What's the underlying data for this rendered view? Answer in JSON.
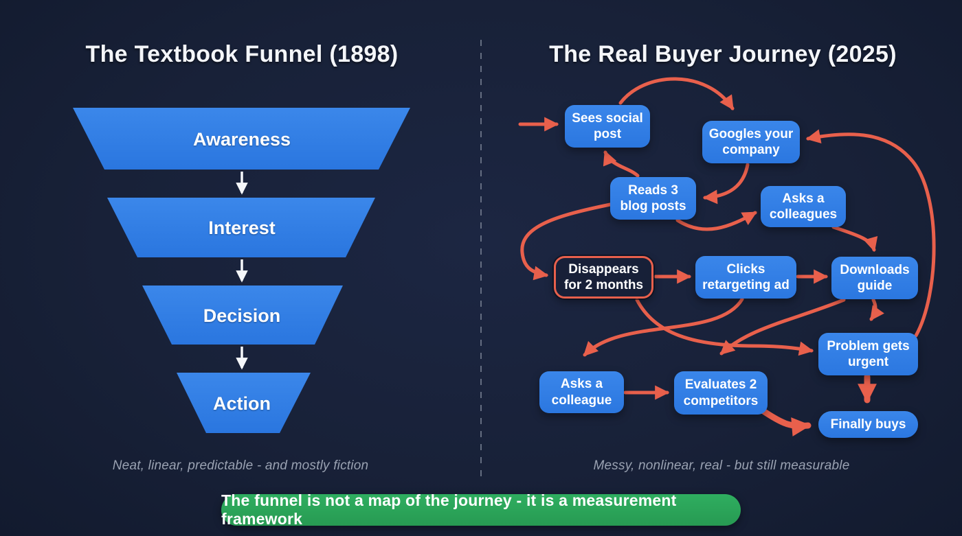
{
  "left_panel": {
    "title": "The Textbook Funnel (1898)",
    "stages": [
      "Awareness",
      "Interest",
      "Decision",
      "Action"
    ],
    "caption": "Neat, linear, predictable - and mostly fiction"
  },
  "right_panel": {
    "title": "The Real Buyer Journey (2025)",
    "caption": "Messy, nonlinear, real - but still measurable",
    "nodes": [
      {
        "id": "sees-social-post",
        "label": "Sees social post",
        "style": "solid"
      },
      {
        "id": "googles-your-company",
        "label": "Googles your company",
        "style": "solid"
      },
      {
        "id": "reads-3-blog-posts",
        "label": "Reads 3 blog posts",
        "style": "solid"
      },
      {
        "id": "asks-a-colleagues",
        "label": "Asks a colleagues",
        "style": "solid"
      },
      {
        "id": "disappears-for-2-months",
        "label": "Disappears for 2 months",
        "style": "outlined"
      },
      {
        "id": "clicks-retargeting-ad",
        "label": "Clicks retargeting ad",
        "style": "solid"
      },
      {
        "id": "downloads-guide",
        "label": "Downloads guide",
        "style": "solid"
      },
      {
        "id": "problem-gets-urgent",
        "label": "Problem gets urgent",
        "style": "solid"
      },
      {
        "id": "asks-a-colleague",
        "label": "Asks a colleague",
        "style": "solid"
      },
      {
        "id": "evaluates-2-competitors",
        "label": "Evaluates 2 competitors",
        "style": "solid"
      },
      {
        "id": "finally-buys",
        "label": "Finally buys",
        "style": "pill"
      }
    ],
    "edges": [
      {
        "from": "entry",
        "to": "sees-social-post"
      },
      {
        "from": "sees-social-post",
        "to": "googles-your-company"
      },
      {
        "from": "googles-your-company",
        "to": "reads-3-blog-posts"
      },
      {
        "from": "reads-3-blog-posts",
        "to": "sees-social-post"
      },
      {
        "from": "reads-3-blog-posts",
        "to": "disappears-for-2-months"
      },
      {
        "from": "reads-3-blog-posts",
        "to": "asks-a-colleagues"
      },
      {
        "from": "disappears-for-2-months",
        "to": "clicks-retargeting-ad"
      },
      {
        "from": "disappears-for-2-months",
        "to": "problem-gets-urgent"
      },
      {
        "from": "clicks-retargeting-ad",
        "to": "downloads-guide"
      },
      {
        "from": "clicks-retargeting-ad",
        "to": "asks-a-colleague"
      },
      {
        "from": "asks-a-colleagues",
        "to": "downloads-guide"
      },
      {
        "from": "downloads-guide",
        "to": "evaluates-2-competitors"
      },
      {
        "from": "downloads-guide",
        "to": "problem-gets-urgent"
      },
      {
        "from": "problem-gets-urgent",
        "to": "finally-buys"
      },
      {
        "from": "problem-gets-urgent",
        "to": "googles-your-company"
      },
      {
        "from": "asks-a-colleague",
        "to": "evaluates-2-competitors"
      },
      {
        "from": "evaluates-2-competitors",
        "to": "finally-buys"
      }
    ]
  },
  "banner": {
    "text": "The funnel is not a map of the journey - it is a measurement framework"
  },
  "colors": {
    "background": "#182138",
    "node_blue": "#2e7ce2",
    "arrow_red": "#e8604c",
    "banner_green": "#2aa558",
    "caption_gray": "#9aa2b2"
  }
}
